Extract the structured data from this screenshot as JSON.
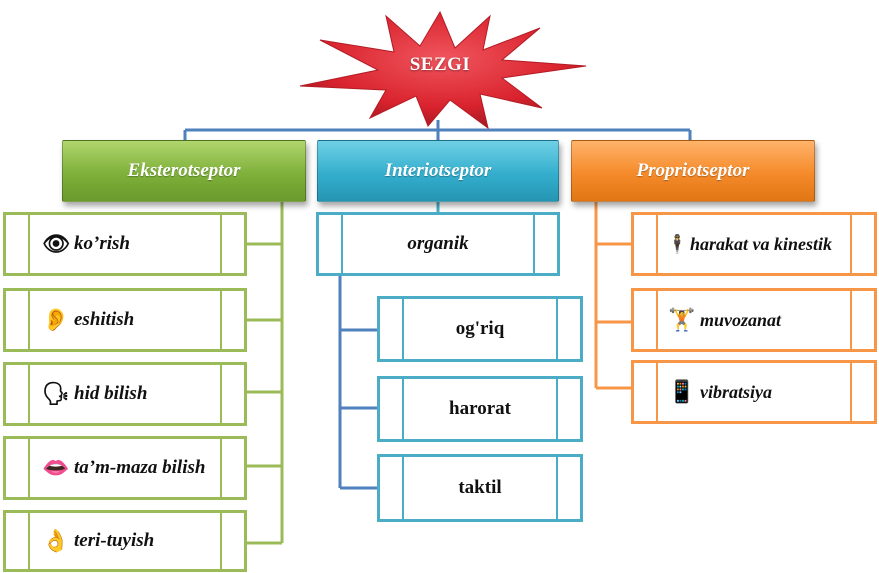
{
  "root": {
    "label": "SEZGI"
  },
  "categories": [
    {
      "label": "Eksterotseptor",
      "color": "#9bbb59"
    },
    {
      "label": "Interiotseptor",
      "color": "#4bacc6"
    },
    {
      "label": "Propriotseptor",
      "color": "#f79646"
    }
  ],
  "eksterotseptor_items": [
    {
      "label": "ko’rish",
      "icon": "eye-icon"
    },
    {
      "label": "eshitish",
      "icon": "ear-icon"
    },
    {
      "label": "hid bilish",
      "icon": "smelling-head-icon"
    },
    {
      "label": "ta’m-maza bilish",
      "icon": "lips-icon"
    },
    {
      "label": "teri-tuyish",
      "icon": "hand-touch-icon"
    }
  ],
  "interiotseptor": {
    "parent": {
      "label": "organik"
    },
    "children": [
      {
        "label": "og'riq"
      },
      {
        "label": "harorat"
      },
      {
        "label": "taktil"
      }
    ]
  },
  "propriotseptor_items": [
    {
      "label": "harakat va kinestik",
      "icon": "figure-icon"
    },
    {
      "label": "muvozanat",
      "icon": "weightlifter-icon"
    },
    {
      "label": "vibratsiya",
      "icon": "phone-icon"
    }
  ],
  "colors": {
    "star": "#d9232e",
    "connector_blue": "#4f81bd",
    "green": "#9bbb59",
    "blue": "#4bacc6",
    "orange": "#f79646"
  }
}
